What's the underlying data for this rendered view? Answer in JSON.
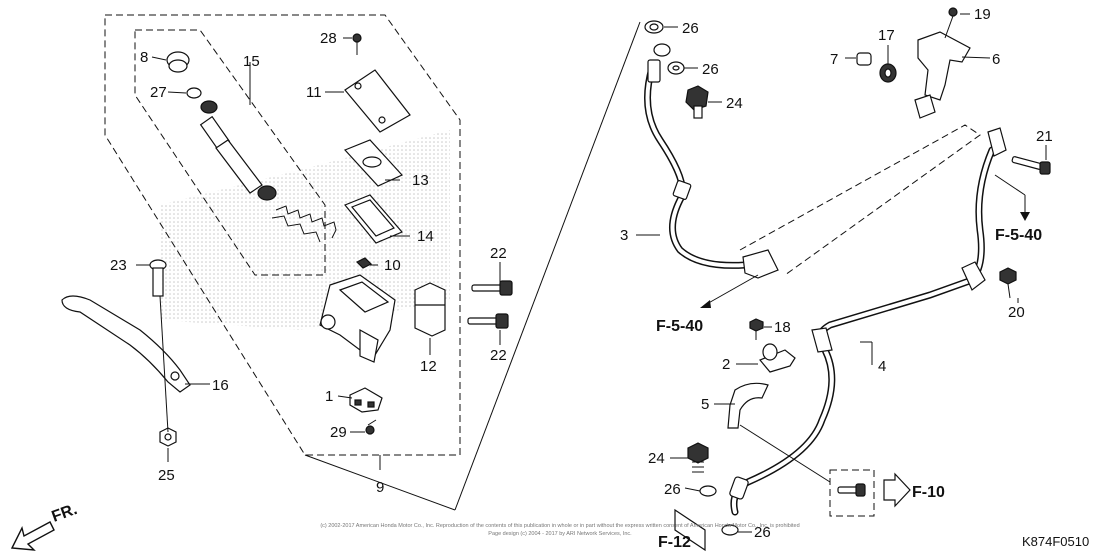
{
  "diagram_code": "K874F0510",
  "direction_label": "FR.",
  "copyright_line1": "(c) 2002-2017 American Honda Motor Co., Inc. Reproduction of the contents of this publication in whole or in part without the express written consent of American Honda Motor Co., Inc. is prohibited",
  "copyright_line2": "Page design (c) 2004 - 2017 by ARI Network Services, Inc.",
  "callouts": {
    "c1": "1",
    "c2": "2",
    "c3": "3",
    "c4": "4",
    "c5": "5",
    "c6": "6",
    "c7": "7",
    "c8": "8",
    "c9": "9",
    "c10": "10",
    "c11": "11",
    "c12": "12",
    "c13": "13",
    "c14": "14",
    "c15": "15",
    "c16": "16",
    "c17": "17",
    "c18": "18",
    "c19": "19",
    "c20": "20",
    "c21": "21",
    "c22a": "22",
    "c22b": "22",
    "c23": "23",
    "c24a": "24",
    "c24b": "24",
    "c25": "25",
    "c26a": "26",
    "c26b": "26",
    "c26c": "26",
    "c26d": "26",
    "c27": "27",
    "c28": "28",
    "c29": "29"
  },
  "refs": {
    "f540a": "F-5-40",
    "f540b": "F-5-40",
    "f10": "F-10",
    "f12": "F-12"
  }
}
